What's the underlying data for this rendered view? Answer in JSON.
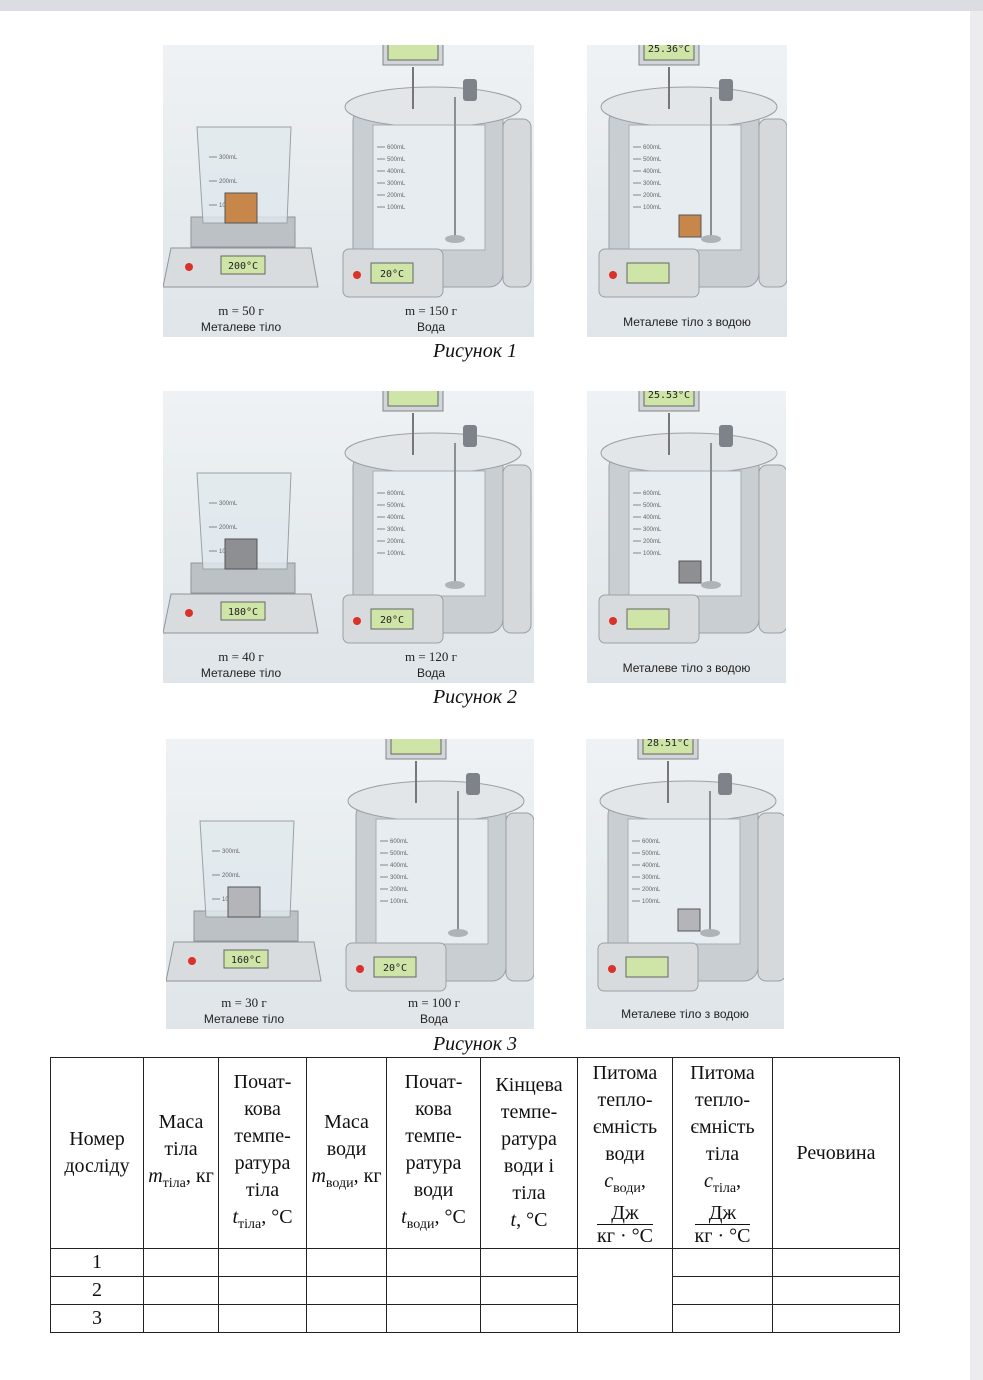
{
  "figures": [
    {
      "caption": "Рисунок 1",
      "beaker": {
        "scale_display": "200°C",
        "mass_label": "m = 50 г",
        "name": "Металеве тіло",
        "graduations": [
          "300mL",
          "200mL",
          "100mL"
        ],
        "block_color": "#c8874a"
      },
      "calorimeter": {
        "display": "20°C",
        "mass_label": "m = 150 г",
        "name": "Вода",
        "graduations": [
          "600mL",
          "500mL",
          "400mL",
          "300mL",
          "200mL",
          "100mL"
        ]
      },
      "result": {
        "display": "25.36°C",
        "name": "Металеве тіло з водою",
        "graduations": [
          "600mL",
          "500mL",
          "400mL",
          "300mL",
          "200mL",
          "100mL"
        ],
        "block_color": "#c8874a"
      }
    },
    {
      "caption": "Рисунок 2",
      "beaker": {
        "scale_display": "180°C",
        "mass_label": "m = 40 г",
        "name": "Металеве тіло",
        "graduations": [
          "300mL",
          "200mL",
          "100mL"
        ],
        "block_color": "#8e8f92"
      },
      "calorimeter": {
        "display": "20°C",
        "mass_label": "m = 120 г",
        "name": "Вода",
        "graduations": [
          "600mL",
          "500mL",
          "400mL",
          "300mL",
          "200mL",
          "100mL"
        ]
      },
      "result": {
        "display": "25.53°C",
        "name": "Металеве тіло з водою",
        "graduations": [
          "600mL",
          "500mL",
          "400mL",
          "300mL",
          "200mL",
          "100mL"
        ],
        "block_color": "#8e8f92"
      }
    },
    {
      "caption": "Рисунок 3",
      "beaker": {
        "scale_display": "160°C",
        "mass_label": "m = 30 г",
        "name": "Металеве тіло",
        "graduations": [
          "300mL",
          "200mL",
          "100mL"
        ],
        "block_color": "#b4b5b8"
      },
      "calorimeter": {
        "display": "20°C",
        "mass_label": "m = 100 г",
        "name": "Вода",
        "graduations": [
          "600mL",
          "500mL",
          "400mL",
          "300mL",
          "200mL",
          "100mL"
        ]
      },
      "result": {
        "display": "28.51°C",
        "name": "Металеве тіло з водою",
        "graduations": [
          "600mL",
          "500mL",
          "400mL",
          "300mL",
          "200mL",
          "100mL"
        ],
        "block_color": "#b4b5b8"
      }
    }
  ],
  "table": {
    "headers": {
      "number": [
        "Номер",
        "дослідy"
      ],
      "body_mass": [
        "Маса",
        "тіла"
      ],
      "body_mass_symbol": "m",
      "body_mass_sub": "тіла",
      "body_mass_unit": ", кг",
      "body_temp": [
        "Почат-",
        "кова",
        "темпе-",
        "ратура",
        "тіла"
      ],
      "body_temp_symbol": "t",
      "body_temp_sub": "тіла",
      "body_temp_unit": ", °С",
      "water_mass": [
        "Маса",
        "води"
      ],
      "water_mass_symbol": "m",
      "water_mass_sub": "води",
      "water_mass_unit": ", кг",
      "water_temp": [
        "Почат-",
        "кова",
        "темпе-",
        "ратура",
        "води"
      ],
      "water_temp_symbol": "t",
      "water_temp_sub": "води",
      "water_temp_unit": ", °С",
      "final_temp": [
        "Кінцева",
        "темпе-",
        "ратура",
        "води і",
        "тіла"
      ],
      "final_temp_symbol": "t",
      "final_temp_unit": ", °С",
      "c_water": [
        "Питома",
        "тепло-",
        "ємність",
        "води"
      ],
      "c_water_symbol": "c",
      "c_water_sub": "води",
      "c_body": [
        "Питома",
        "тепло-",
        "ємність",
        "тіла"
      ],
      "c_body_symbol": "c",
      "c_body_sub": "тіла",
      "c_unit_num": "Дж",
      "c_unit_den": "кг · °С",
      "substance": "Речовина"
    },
    "rows": [
      "1",
      "2",
      "3"
    ]
  }
}
